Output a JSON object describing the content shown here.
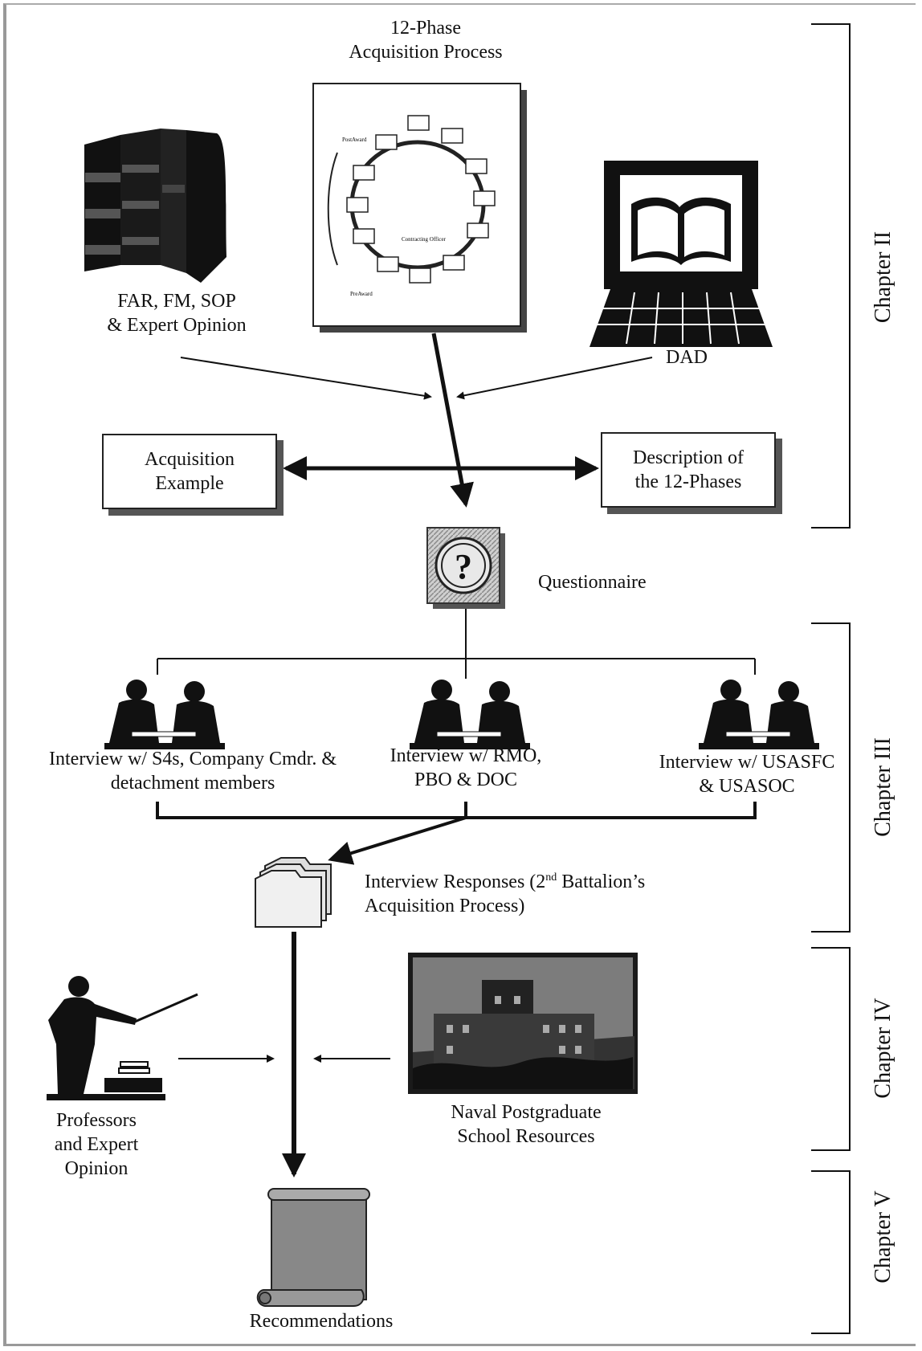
{
  "diagram": {
    "top_title_line1": "12-Phase",
    "top_title_line2": "Acquisition Process",
    "far_line1": "FAR, FM, SOP",
    "far_line2": "& Expert Opinion",
    "dad": "DAD",
    "acq_example_line1": "Acquisition",
    "acq_example_line2": "Example",
    "desc_line1": "Description of",
    "desc_line2": "the 12-Phases",
    "questionnaire": "Questionnaire",
    "interview1_line1": "Interview w/ S4s, Company Cmdr. &",
    "interview1_line2": "detachment members",
    "interview2_line1": "Interview w/ RMO,",
    "interview2_line2": "PBO & DOC",
    "interview3_line1": "Interview w/ USASFC",
    "interview3_line2": "& USASOC",
    "responses_line1_a": "Interview Responses (2",
    "responses_line1_sup": "nd",
    "responses_line1_b": " Battalion’s",
    "responses_line2": "Acquisition Process)",
    "professors_line1": "Professors",
    "professors_line2": "and Expert",
    "professors_line3": "Opinion",
    "nps_line1": "Naval Postgraduate",
    "nps_line2": "School Resources",
    "recommendations": "Recommendations"
  },
  "chapters": {
    "ch2": "Chapter II",
    "ch3": "Chapter III",
    "ch4": "Chapter IV",
    "ch5": "Chapter V"
  },
  "cycle_labels": {
    "post_award": "PostAward",
    "pre_award": "PreAward",
    "center": "Contracting Officer"
  }
}
